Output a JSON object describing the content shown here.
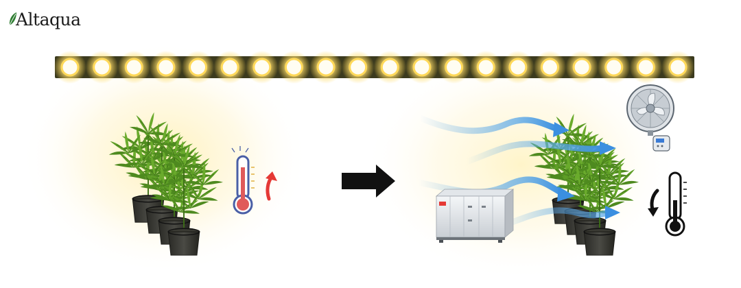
{
  "brand": {
    "name": "Altaqua",
    "accent_color": "#2e7d32"
  },
  "light_bar": {
    "bulb_count": 20,
    "bar_color": "#3b3a1e",
    "glow_color": "#ffe9a0"
  },
  "scene_before": {
    "plant_count": 4,
    "temperature_trend": "up",
    "arrow_icon": "arrow-up-icon",
    "arrow_color": "#e53935",
    "thermometer_color": "#e05a5a"
  },
  "transition_arrow": {
    "icon": "arrow-right-icon",
    "color": "#111111"
  },
  "scene_after": {
    "plant_count": 4,
    "temperature_trend": "down",
    "arrow_icon": "arrow-down-icon",
    "arrow_color": "#111111",
    "airflow_color": "#5aa8e8",
    "devices": [
      "wall-fan-icon",
      "hvac-unit-icon"
    ]
  }
}
